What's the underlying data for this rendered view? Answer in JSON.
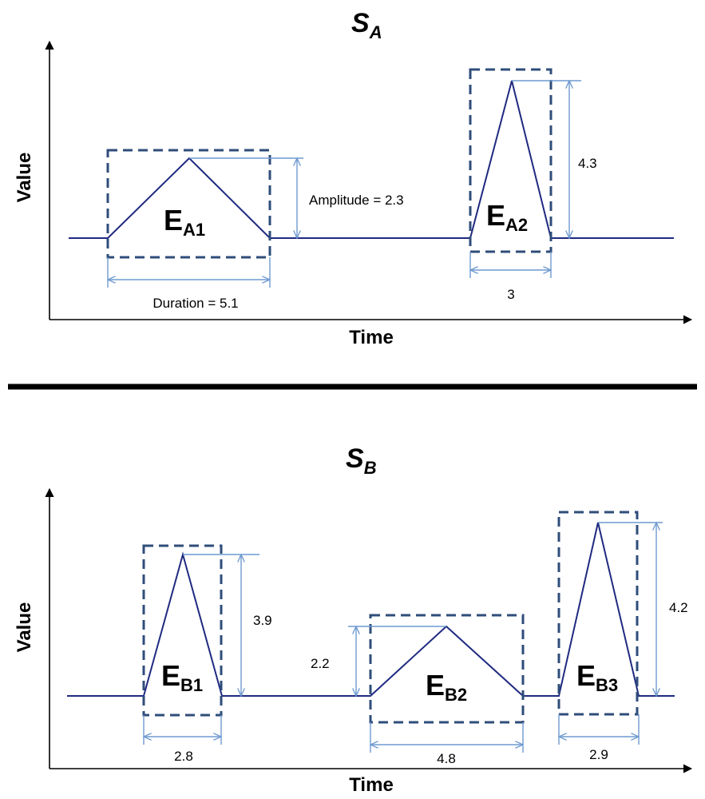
{
  "panels": [
    {
      "title_main": "S",
      "title_sub": "A",
      "y_axis_label": "Value",
      "x_axis_label": "Time",
      "events": [
        {
          "label_main": "E",
          "label_sub": "A1",
          "amplitude_label": "Amplitude = 2.3",
          "duration_label": "Duration = 5.1"
        },
        {
          "label_main": "E",
          "label_sub": "A2",
          "amplitude_label": "4.3",
          "duration_label": "3"
        }
      ]
    },
    {
      "title_main": "S",
      "title_sub": "B",
      "y_axis_label": "Value",
      "x_axis_label": "Time",
      "events": [
        {
          "label_main": "E",
          "label_sub": "B1",
          "amplitude_label": "3.9",
          "duration_label": "2.8"
        },
        {
          "label_main": "E",
          "label_sub": "B2",
          "amplitude_label": "2.2",
          "duration_label": "4.8"
        },
        {
          "label_main": "E",
          "label_sub": "B3",
          "amplitude_label": "4.2",
          "duration_label": "2.9"
        }
      ]
    }
  ],
  "colors": {
    "signal": "#1f2a80",
    "event_box": "#2f4d7a",
    "dimension_lines": "#6f9ad0"
  }
}
